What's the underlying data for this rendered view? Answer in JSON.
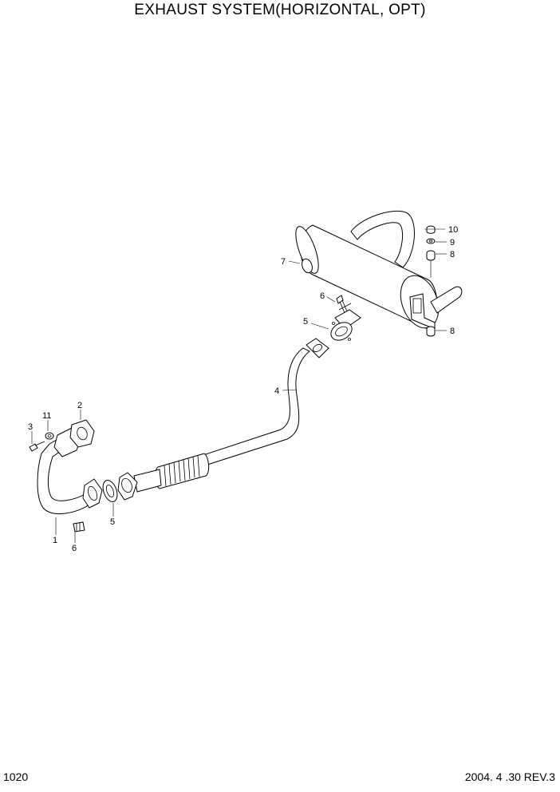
{
  "title": "EXHAUST SYSTEM(HORIZONTAL, OPT)",
  "page_number": "1020",
  "revision": "2004. 4 .30 REV.3",
  "callouts": {
    "p1": "1",
    "p2": "2",
    "p3": "3",
    "p4": "4",
    "p5a": "5",
    "p5b": "5",
    "p6a": "6",
    "p6b": "6",
    "p7": "7",
    "p8a": "8",
    "p8b": "8",
    "p9": "9",
    "p10": "10",
    "p11": "11"
  }
}
